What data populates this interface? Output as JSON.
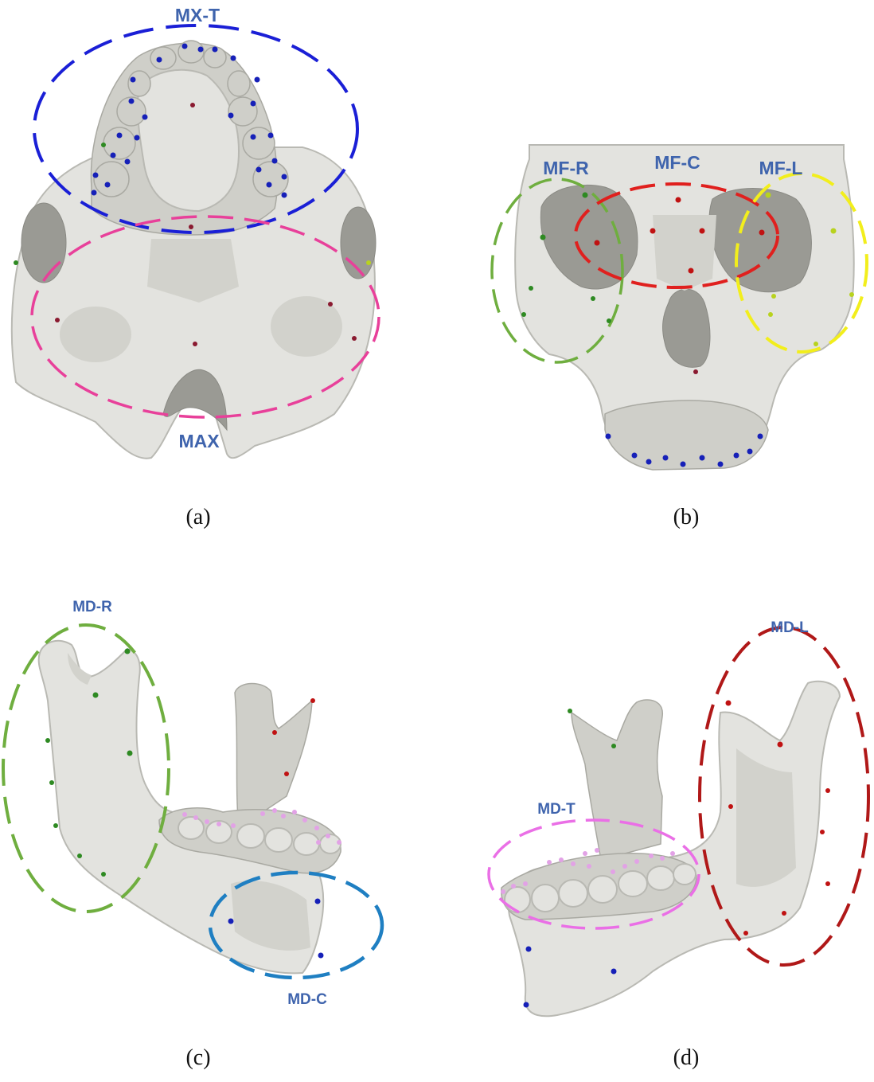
{
  "panels": [
    {
      "caption": "(a)",
      "regions": [
        {
          "label": "MX-T",
          "color": "#1a1fd6"
        },
        {
          "label": "MAX",
          "color": "#e8409a"
        }
      ]
    },
    {
      "caption": "(b)",
      "regions": [
        {
          "label": "MF-R",
          "color": "#6fae3f"
        },
        {
          "label": "MF-C",
          "color": "#e0201e"
        },
        {
          "label": "MF-L",
          "color": "#f2ee1c"
        }
      ]
    },
    {
      "caption": "(c)",
      "regions": [
        {
          "label": "MD-R",
          "color": "#6fae3f"
        },
        {
          "label": "MD-C",
          "color": "#1f7fc2"
        }
      ]
    },
    {
      "caption": "(d)",
      "regions": [
        {
          "label": "MD-L",
          "color": "#b01818"
        },
        {
          "label": "MD-T",
          "color": "#ea6fe6"
        }
      ]
    }
  ],
  "landmark_colors": {
    "blue": "#1620b8",
    "green": "#2e8a22",
    "red": "#c01212",
    "maroon": "#8a1a30",
    "pink": "#e2a2e6",
    "yellow_green": "#b8d21e"
  },
  "label_color": "#3f64ad",
  "bone_color": "#e3e3df"
}
